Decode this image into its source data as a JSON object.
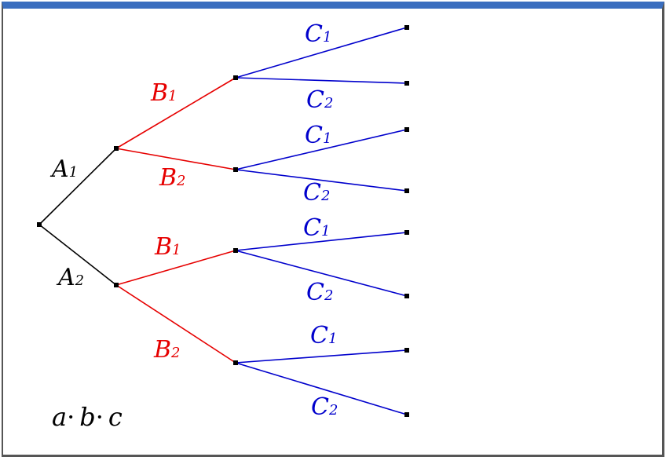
{
  "colors": {
    "level_a": "#000000",
    "level_b": "#e60000",
    "level_c": "#0000cc",
    "title_bar": "#3a6ebf"
  },
  "tree": {
    "level_a": [
      {
        "letter": "A",
        "sub": "1"
      },
      {
        "letter": "A",
        "sub": "2"
      }
    ],
    "level_b": [
      {
        "letter": "B",
        "sub": "1"
      },
      {
        "letter": "B",
        "sub": "2"
      },
      {
        "letter": "B",
        "sub": "1"
      },
      {
        "letter": "B",
        "sub": "2"
      }
    ],
    "level_c": [
      {
        "letter": "C",
        "sub": "1"
      },
      {
        "letter": "C",
        "sub": "2"
      },
      {
        "letter": "C",
        "sub": "1"
      },
      {
        "letter": "C",
        "sub": "2"
      },
      {
        "letter": "C",
        "sub": "1"
      },
      {
        "letter": "C",
        "sub": "2"
      },
      {
        "letter": "C",
        "sub": "1"
      },
      {
        "letter": "C",
        "sub": "2"
      }
    ]
  },
  "formula": {
    "a": "a",
    "dot1": "·",
    "b": "b",
    "dot2": "·",
    "c": "c"
  }
}
